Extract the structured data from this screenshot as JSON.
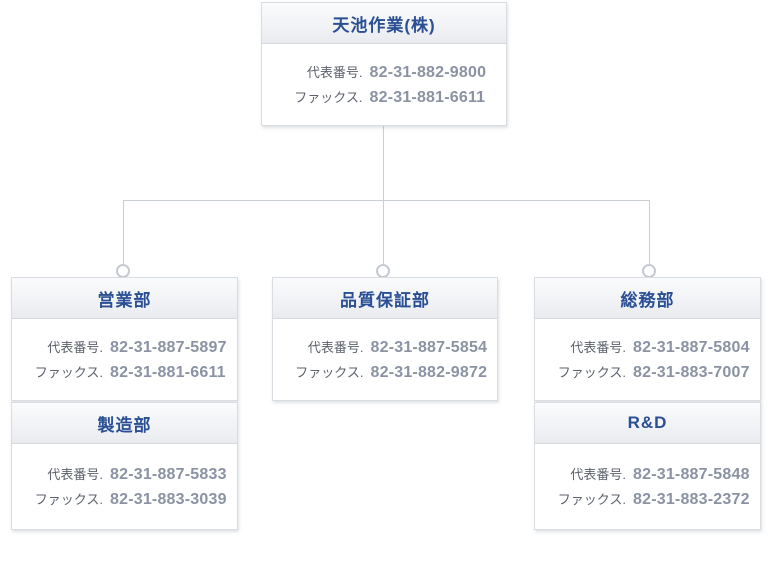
{
  "palette": {
    "title_blue": "#2a4f94",
    "label_gray": "#5c616b",
    "value_gray_blue": "#8a92a3",
    "connector_gray": "#c9cdd4",
    "box_border": "#d9dce1",
    "header_gradient_top": "#fafbfc",
    "header_gradient_bottom": "#e9ebef"
  },
  "labels": {
    "phone": "代表番号.",
    "fax": "ファックス."
  },
  "org": {
    "root": {
      "title": "天池作業(株)",
      "phone": "82-31-882-9800",
      "fax": "82-31-881-6611"
    },
    "departments": [
      {
        "title": "営業部",
        "phone": "82-31-887-5897",
        "fax": "82-31-881-6611"
      },
      {
        "title": "製造部",
        "phone": "82-31-887-5833",
        "fax": "82-31-883-3039"
      },
      {
        "title": "品質保証部",
        "phone": "82-31-887-5854",
        "fax": "82-31-882-9872"
      },
      {
        "title": "総務部",
        "phone": "82-31-887-5804",
        "fax": "82-31-883-7007"
      },
      {
        "title": "R&D",
        "phone": "82-31-887-5848",
        "fax": "82-31-883-2372"
      }
    ]
  }
}
